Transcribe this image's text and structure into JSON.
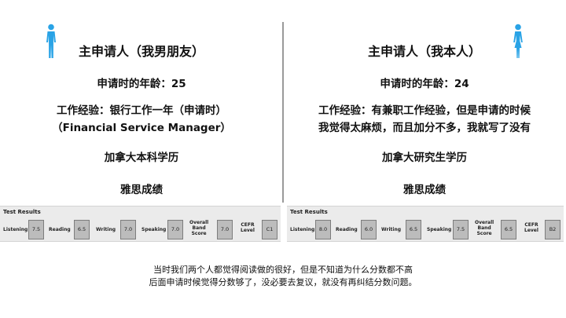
{
  "left": {
    "heading": "主申请人（我男朋友）",
    "age": "申请时的年龄：25",
    "experience_1": "工作经验：银行工作一年（申请时）",
    "experience_2": "（Financial Service Manager）",
    "education": "加拿大本科学历",
    "ielts_title": "雅思成绩",
    "icon": "person-icon",
    "icon_color": "#29a3e6",
    "results": {
      "title": "Test Results",
      "listening_label": "Listening",
      "listening": "7.5",
      "reading_label": "Reading",
      "reading": "6.5",
      "writing_label": "Writing",
      "writing": "7.0",
      "speaking_label": "Speaking",
      "speaking": "7.0",
      "overall_label": [
        "Overall",
        "Band",
        "Score"
      ],
      "overall": "7.0",
      "cefr_label": [
        "CEFR",
        "Level"
      ],
      "cefr": "C1"
    }
  },
  "right": {
    "heading": "主申请人（我本人）",
    "age": "申请时的年龄：24",
    "experience_1": "工作经验：有兼职工作经验，但是申请的时候",
    "experience_2": "我觉得太麻烦，而且加分不多，我就写了没有",
    "education": "加拿大研究生学历",
    "ielts_title": "雅思成绩",
    "icon": "person-icon",
    "icon_color": "#29a3e6",
    "results": {
      "title": "Test Results",
      "listening_label": "Listening",
      "listening": "8.0",
      "reading_label": "Reading",
      "reading": "6.0",
      "writing_label": "Writing",
      "writing": "6.5",
      "speaking_label": "Speaking",
      "speaking": "7.5",
      "overall_label": [
        "Overall",
        "Band",
        "Score"
      ],
      "overall": "6.5",
      "cefr_label": [
        "CEFR",
        "Level"
      ],
      "cefr": "B2"
    }
  },
  "caption": {
    "line1": "当时我们两个人都觉得阅读做的很好，但是不知道为什么分数都不高",
    "line2": "后面申请时候觉得分数够了，没必要去复议，就没有再纠结分数问题。"
  }
}
